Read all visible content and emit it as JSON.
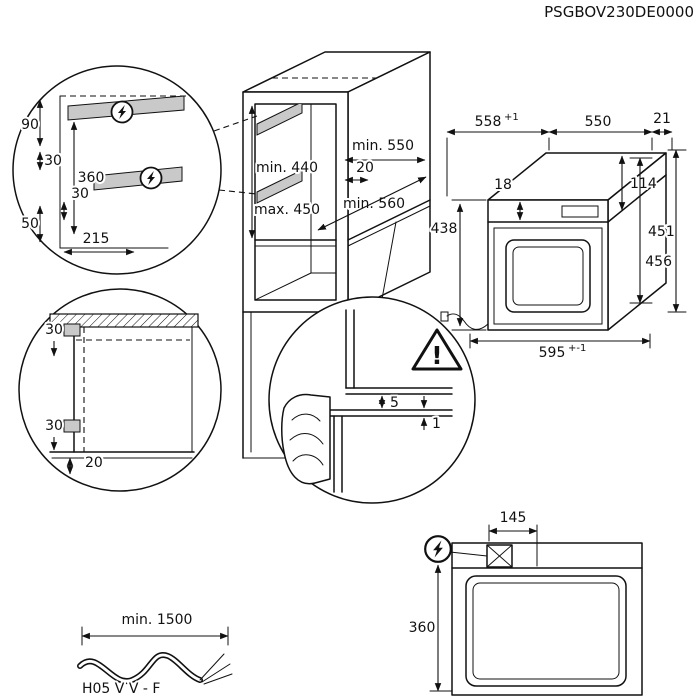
{
  "colors": {
    "ink": "#111111",
    "rail_gray": "#c9c9c9"
  },
  "title": "PSGBOV230DE0000",
  "bracket_detail": {
    "dim_90": "90",
    "dim_30_top": "30",
    "dim_360": "360",
    "dim_30_bottom": "30",
    "dim_50": "50",
    "dim_215": "215"
  },
  "cabinet": {
    "dim_min_440": "min. 440",
    "dim_max_450": "max. 450",
    "dim_min_550": "min. 550",
    "dim_20": "20",
    "dim_min_560": "min. 560"
  },
  "oven": {
    "dim_558": "558",
    "dim_558_tol": "+1",
    "dim_550": "550",
    "dim_21": "21",
    "dim_18": "18",
    "dim_114": "114",
    "dim_438": "438",
    "dim_451": "451",
    "dim_456": "456",
    "dim_595": "595",
    "dim_595_tol": "+-1"
  },
  "side_detail": {
    "dim_30_top": "30",
    "dim_30_bottom": "30",
    "dim_20": "20"
  },
  "edge_detail": {
    "dim_5": "5",
    "dim_1": "1",
    "warning_mark": "!"
  },
  "plan_view": {
    "dim_145": "145",
    "dim_360": "360"
  },
  "cable": {
    "dim_min_1500": "min. 1500",
    "cable_type": "H05 V V - F"
  }
}
